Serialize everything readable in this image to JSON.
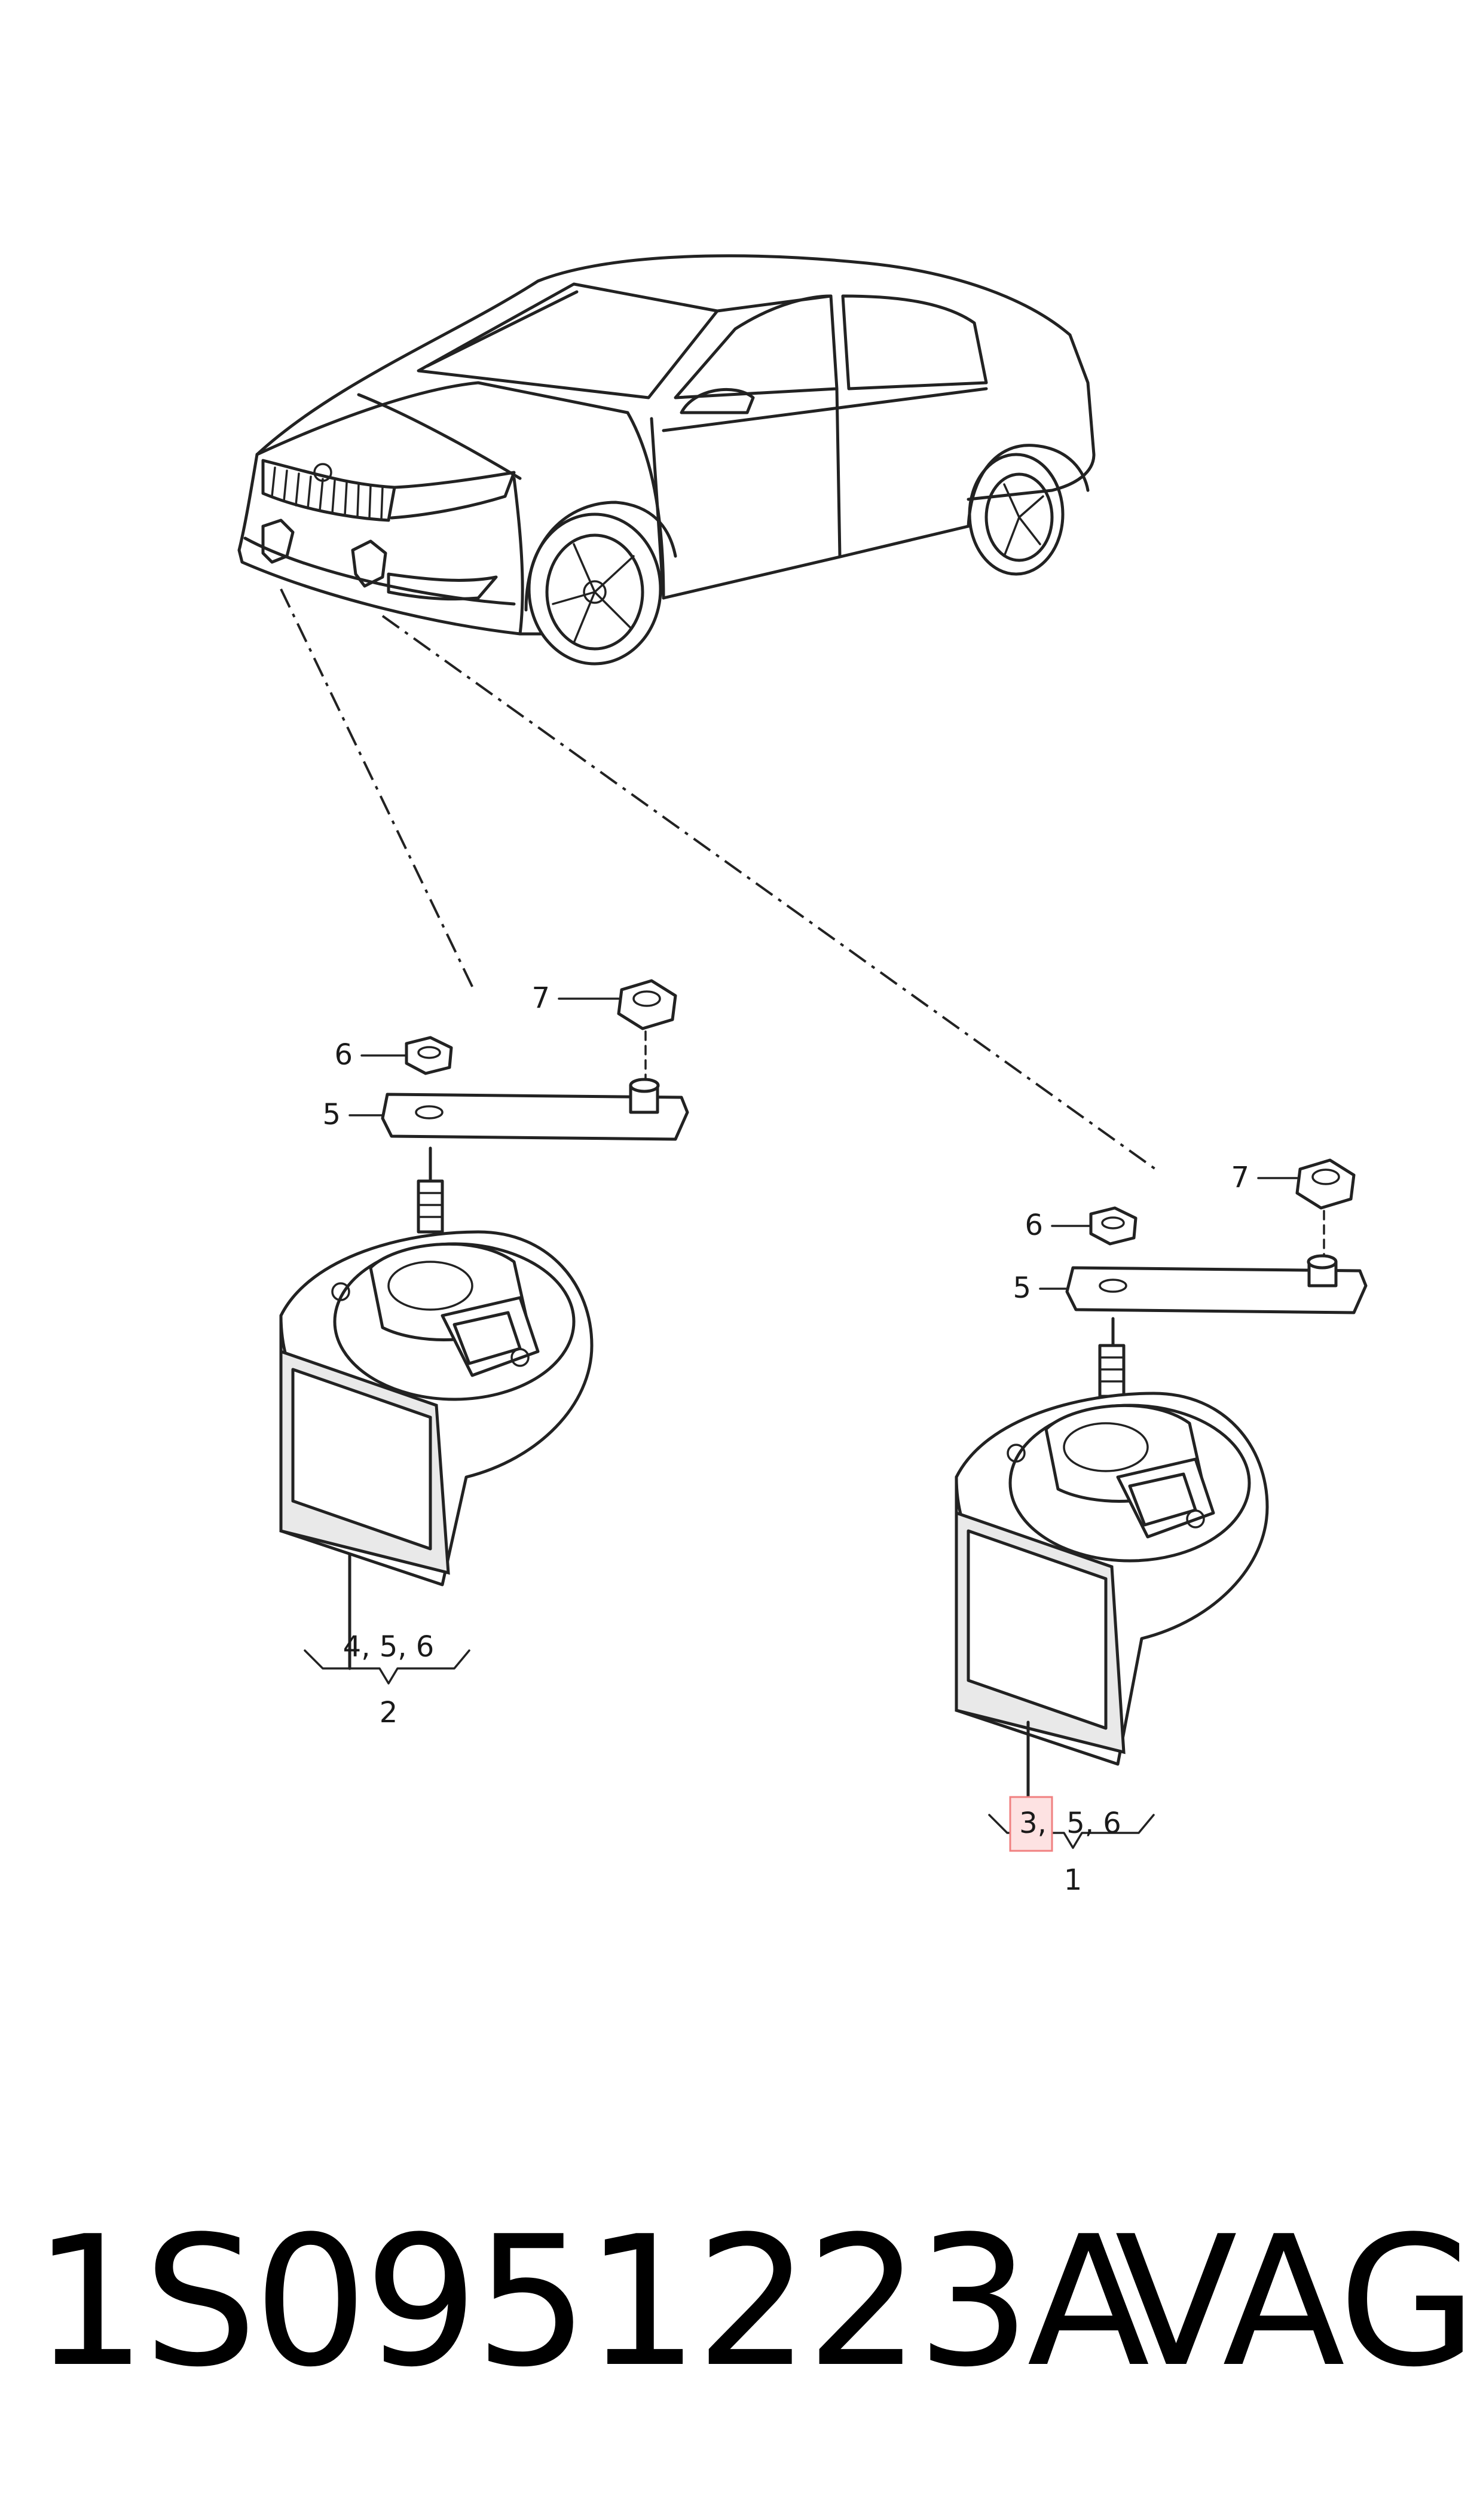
{
  "diagram": {
    "callouts_left": {
      "nut_top": "7",
      "nut_small": "6",
      "bracket": "5",
      "group_items": "4, 5, 6",
      "group_total": "2"
    },
    "callouts_right": {
      "nut_top": "7",
      "nut_small": "6",
      "bracket": "5",
      "group_item_highlight": "3,",
      "group_items_rest": "5, 6",
      "group_total": "1"
    },
    "highlight_color": "#f08080"
  },
  "footer": {
    "part_number": "1S0951223A",
    "brand": "VAG"
  }
}
